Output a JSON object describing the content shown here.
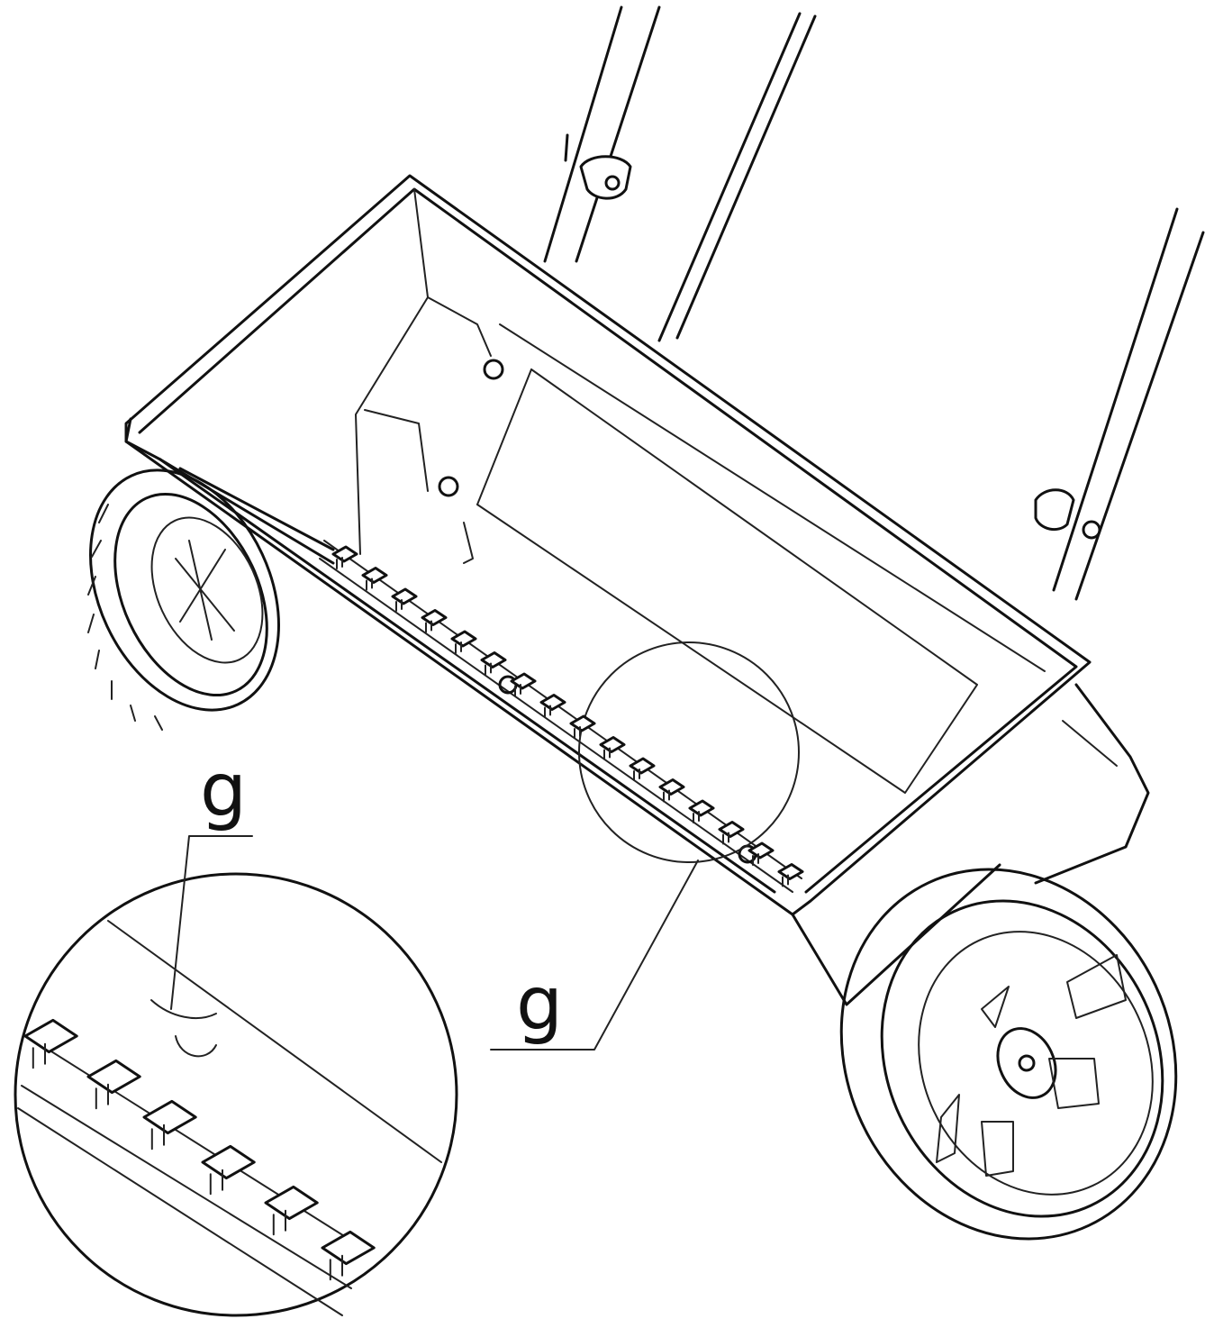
{
  "figure": {
    "callouts": [
      {
        "id": "detail",
        "label": "g"
      },
      {
        "id": "main",
        "label": "g"
      }
    ]
  }
}
